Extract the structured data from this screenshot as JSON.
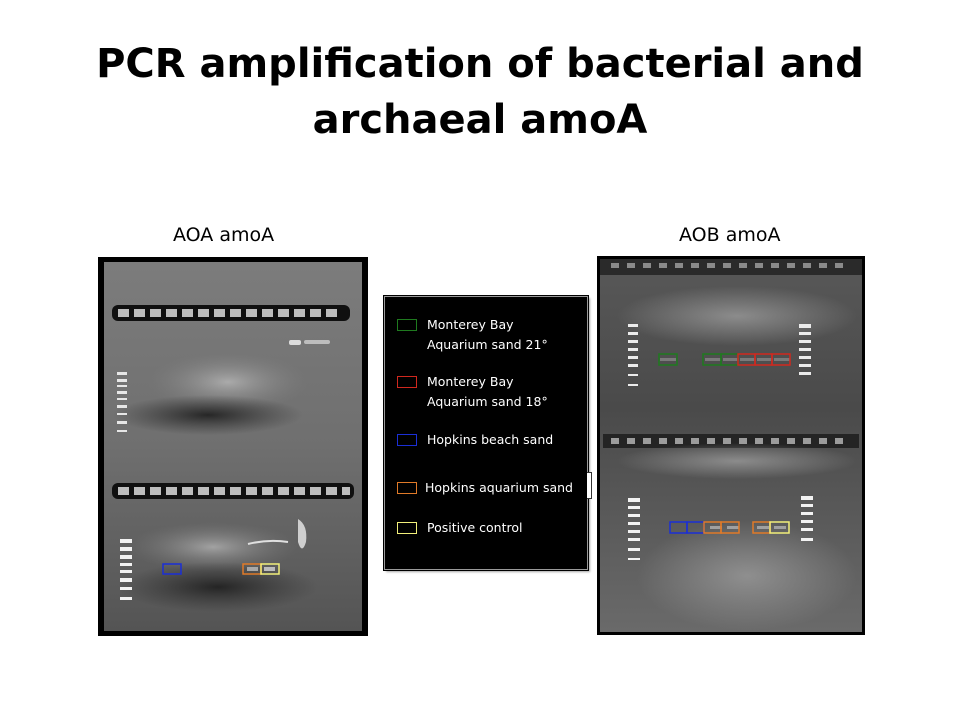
{
  "slide": {
    "title_line1": "PCR amplification of bacterial and",
    "title_line2": "archaeal amoA"
  },
  "gels": {
    "aoa_label": "AOA amoA",
    "aob_label": "AOB amoA"
  },
  "legend": {
    "items": [
      {
        "label_line1": "Monterey Bay",
        "label_line2": "Aquarium sand 21°",
        "color": "#1f7a1f"
      },
      {
        "label_line1": "Monterey Bay",
        "label_line2": "Aquarium sand 18°",
        "color": "#d0281e"
      },
      {
        "label_line1": "Hopkins beach sand",
        "label_line2": "",
        "color": "#1b2fd6"
      },
      {
        "label_line1": "Hopkins aquarium sand",
        "label_line2": "",
        "color": "#e07a28"
      },
      {
        "label_line1": "Positive control",
        "label_line2": "",
        "color": "#f2ef7a"
      }
    ]
  }
}
